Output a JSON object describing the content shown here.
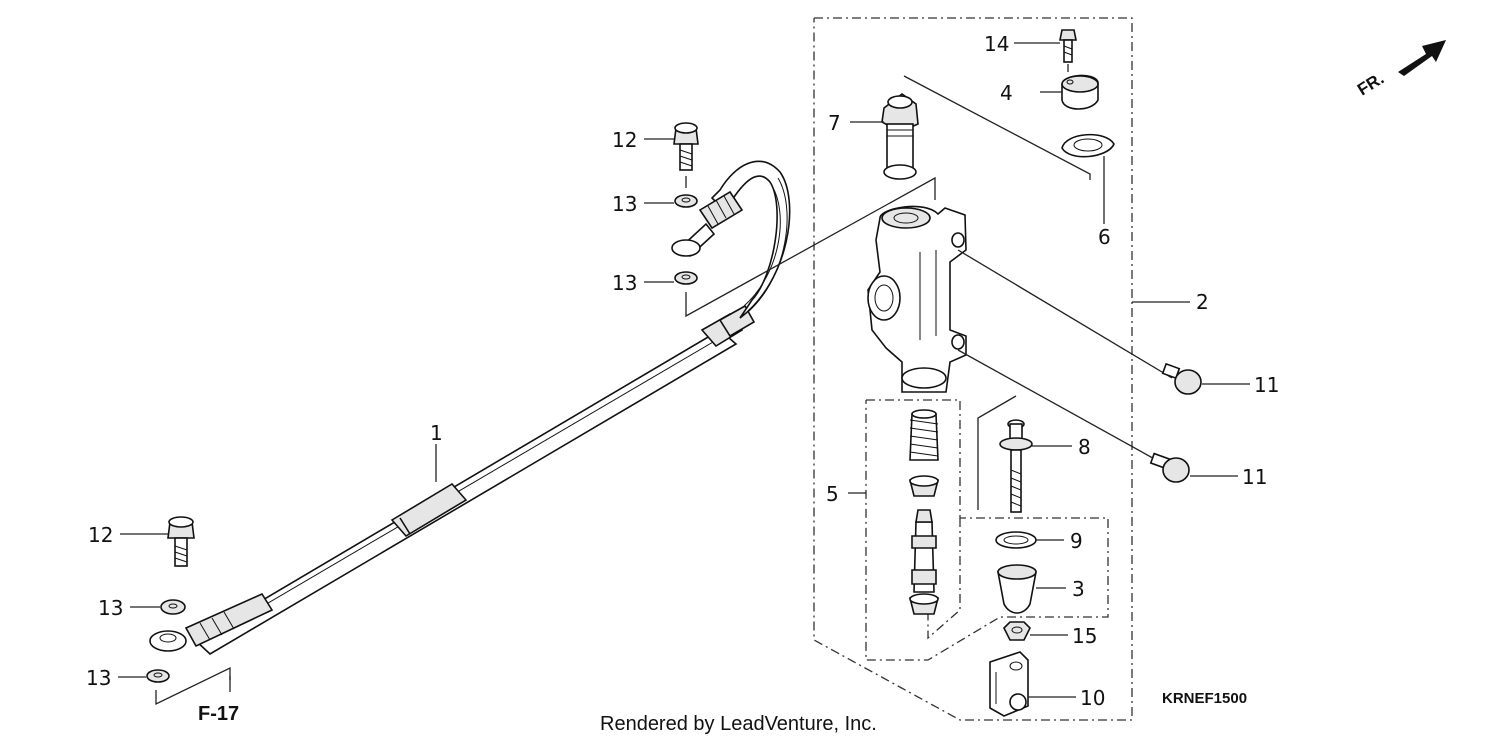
{
  "callouts": {
    "c1": "1",
    "c2": "2",
    "c3": "3",
    "c4": "4",
    "c5": "5",
    "c6": "6",
    "c7": "7",
    "c8": "8",
    "c9": "9",
    "c10": "10",
    "c11a": "11",
    "c11b": "11",
    "c12a": "12",
    "c12b": "12",
    "c13a": "13",
    "c13b": "13",
    "c13c": "13",
    "c13d": "13",
    "c14": "14",
    "c15": "15"
  },
  "reference": "F-17",
  "direction_label": "FR.",
  "diagram_code": "KRNEF1500",
  "credit": "Rendered by LeadVenture, Inc."
}
